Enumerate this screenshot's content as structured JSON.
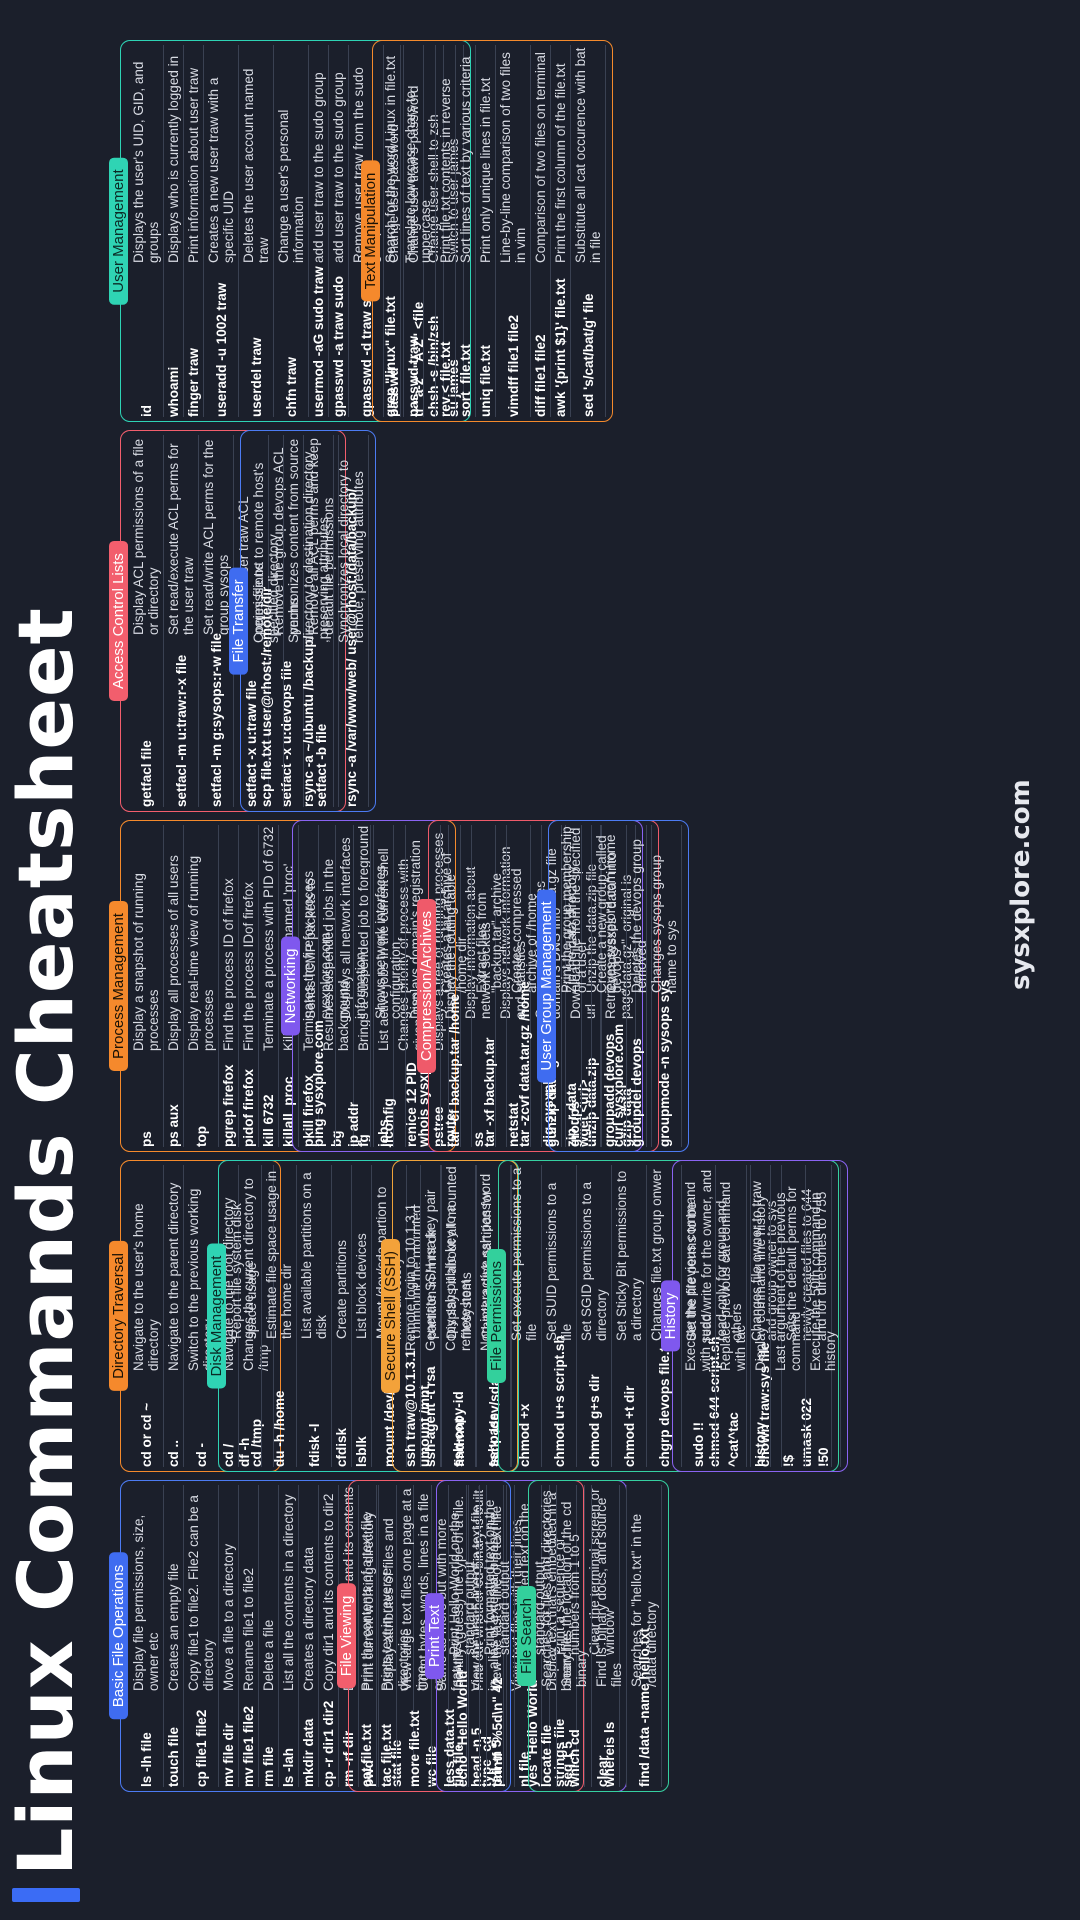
{
  "title": "Linux Commands Cheatsheet",
  "brand": "sysxplore.com",
  "sections": {
    "basic": {
      "title": "Basic File Operations",
      "rows": [
        [
          "ls -lh file",
          "Display file permissions, size, owner etc"
        ],
        [
          "touch file",
          "Creates an empty file"
        ],
        [
          "cp file1 file2",
          "Copy file1 to file2. File2 can be a directory"
        ],
        [
          "mv file dir",
          "Move a file to a directory"
        ],
        [
          "mv file1 file2",
          "Rename file1 to file2"
        ],
        [
          "rm file",
          "Delete a file"
        ],
        [
          "ls -lah",
          "List all the contents in a directory"
        ],
        [
          "mkdir data",
          "Creates a directory data"
        ],
        [
          "cp -r dir1 dir2",
          "Copy dir1 and its contents to dir2"
        ],
        [
          "rm -rf dir",
          "Delete a directory and its contents"
        ],
        [
          "pwd",
          "Print current working directory"
        ],
        [
          "stat file",
          "Display attributes of files and directories"
        ],
        [
          "wc file",
          "Count bytes, words, lines in a file or STDIN"
        ],
        [
          "file file",
          "Identify (guess) the type of a file."
        ],
        [
          "type  cd",
          "Find out whether cd  binary is built-in , alias or external binary file"
        ]
      ]
    },
    "viewing": {
      "title": "File Viewing",
      "rows": [
        [
          "cat file.txt",
          "Print the contents of a text file"
        ],
        [
          "tac file.txt",
          "Prints text in reverse"
        ],
        [
          "more file.txt",
          "View large text files one page at a time"
        ],
        [
          "less data.txt",
          "Same as more but with more features"
        ],
        [
          "head -n 5",
          "View the first 5 line of a text file"
        ],
        [
          "tail -n 5",
          "View the last 5 line of a text file"
        ],
        [
          "nl file",
          "View text files with their lines numbered"
        ],
        [
          "strings file",
          "Display text that's embedded in a binary file"
        ]
      ]
    },
    "print": {
      "title": "Print Text",
      "rows": [
        [
          "echo \"Hello World\"",
          "Print Hello World on the standard output"
        ],
        [
          "printf \"%5d\\n\" 42",
          "Print formatted text on the standard output"
        ],
        [
          "yes \"Hello World\"",
          "Print repeated text on the standard output"
        ],
        [
          "seq 1 5",
          "Print a sequence of numbers from 1 to 5"
        ],
        [
          "clear",
          "Clear the terminal screen or window"
        ]
      ]
    },
    "search": {
      "title": "File Search",
      "rows": [
        [
          "locate file",
          "Searches for files and directories"
        ],
        [
          "which cd",
          "Searches the location of the cd binary"
        ],
        [
          "whereis ls",
          "Find ls' binary docs, and source files"
        ],
        [
          "find /data -name hello.txt",
          "Searches for \"hello.txt\" in the /data directory"
        ]
      ]
    },
    "dirtrav": {
      "title": "Directory Traversal",
      "rows": [
        [
          "cd or cd ~",
          "Navigate to the user's home directory"
        ],
        [
          "cd ..",
          "Navigate to the parent directory"
        ],
        [
          "cd -",
          "Switch to the previous working directory"
        ],
        [
          "cd /",
          "Navigate to the root directory"
        ],
        [
          "cd /tmp",
          "Changes the current directory to /tmp"
        ]
      ]
    },
    "disk": {
      "title": "Disk Management",
      "rows": [
        [
          "df -h",
          "Report file system disk space usage"
        ],
        [
          "du -h /home",
          "Estimate file space usage in the home dir"
        ],
        [
          "fdisk -l",
          "List available partitions on a disk"
        ],
        [
          "cfdisk",
          "Create partitions"
        ],
        [
          "lsblk",
          "List block devices"
        ],
        [
          "mount /dev/sda /mnt",
          "Mount /dev/sda partion to /mnt directory"
        ],
        [
          "umount /mnt",
          "Unmount the mounted partition in /mnt dir"
        ],
        [
          "findmnt",
          "Displays if about all mounted filesystems"
        ],
        [
          "fsck  /dev/sda",
          "Check a disk partition for errors"
        ]
      ]
    },
    "ssh": {
      "title": "Secure Shell (SSH)",
      "rows": [
        [
          "ssh traw@10.1.3.1",
          "Remote login to 10.1.3.1"
        ],
        [
          "ssh-agent -t rsa",
          "Generate SSH rsa key pair"
        ],
        [
          "ssh-copy-id",
          "Copy ssh public key to a remote host"
        ],
        [
          "sshpass",
          "Non-interactive ssh password auth tool"
        ]
      ]
    },
    "perms": {
      "title": "File Permissions",
      "rows": [
        [
          "chmod +x",
          "Set execute permissions to a file"
        ],
        [
          "chmod u+s script.sh",
          "Set SUID permissions to a file"
        ],
        [
          "chmod g+s dir",
          "Set SGID permissions to a directory"
        ],
        [
          "chmod +t dir",
          "Set Sticky Bit permissions to a directory"
        ],
        [
          "chgrp devops file.txt",
          "Changes file.txt group onwer to devops"
        ],
        [
          "chmod 644 script.sh",
          "Set the file perms to be read/write for the owner, and read-only for group and others"
        ],
        [
          "chown traw:sys file",
          "Changes file owner to traw and group owner to sys"
        ],
        [
          "umask 022",
          "Sets the default perms for newly created files to 644 and for directories to 755"
        ]
      ]
    },
    "history": {
      "title": "History",
      "rows": [
        [
          "sudo !!",
          "Execute the previous command with sudo"
        ],
        [
          "^cat^tac",
          "Replace previous cat command with tac"
        ],
        [
          "history",
          "Display command line history"
        ],
        [
          "!$",
          "Last argument of the previous command"
        ],
        [
          "!50",
          "Execute the 50th command in history"
        ]
      ]
    },
    "process": {
      "title": "Process Management",
      "rows": [
        [
          "ps",
          "Display a snapshot of running processes"
        ],
        [
          "ps aux",
          "Display all processes of all users"
        ],
        [
          "top",
          "Display real-time view of running processes"
        ],
        [
          "pgrep firefox",
          "Find the process ID of firefox"
        ],
        [
          "pidof firefox",
          "Find the process IDof firefox"
        ],
        [
          "kill 6732",
          "Terminate a process with PID of 6732"
        ],
        [
          "killall  proc",
          "Kills all processes named 'proc'"
        ],
        [
          "pkill firefox",
          "Terminates the firefox process"
        ],
        [
          "bg",
          "Resumes suspended jobs in the background"
        ],
        [
          "fg",
          "Brings a suspended job to foreground"
        ],
        [
          "jobs",
          "List active jobs in the current shell"
        ],
        [
          "renice 12 PID",
          "Changes priority of process with given PID"
        ],
        [
          "pstree",
          "Displays a tree of running processes"
        ]
      ]
    },
    "network": {
      "title": "Networking",
      "rows": [
        [
          "ping sysxplore.com",
          "Sends ICMP packets to sysxplore.com"
        ],
        [
          "ip addr",
          "Displays all network interfaces information"
        ],
        [
          "ifconfig",
          "Shows network interfaces  configuration"
        ],
        [
          "whois sysxplore.com",
          "Displays domain's registration information"
        ],
        [
          "route",
          "Display the routing table"
        ],
        [
          "ss",
          "Display information about network sockets"
        ],
        [
          "netstat",
          "Displays network information and statistics"
        ],
        [
          "dig sysxplore.com",
          "Queries DNS, provides domain's DNS info"
        ],
        [
          "wget <url>",
          "Download file from the specified url"
        ],
        [
          "curl sysxplore.com",
          "Retrieves sysxplore.com home page"
        ]
      ]
    },
    "compress": {
      "title": "Compression/Archives",
      "rows": [
        [
          "tar -cf backup.tar /home",
          "Creates a tar archive of /home dir"
        ],
        [
          "tar -xf backup.tar",
          "Extract files from \"backup.tar\" archive"
        ],
        [
          "tar -zcvf data.tar.gz /home",
          "Creates compressed archive of /home"
        ],
        [
          "gunzip data.gz",
          "Uncompress data.gz file"
        ],
        [
          "zip -r data",
          "Zip the data directory"
        ],
        [
          "unzip data.zip",
          "Unzip the data.zip file"
        ],
        [
          "gzip data",
          "Compresses \"data\" into \"data.gz\", original is removed"
        ]
      ]
    },
    "usergroup": {
      "title": "User Group Management",
      "rows": [
        [
          "groups",
          "Print the group membership of a user"
        ],
        [
          "groupadd devops",
          "Create a new group called devops"
        ],
        [
          "groupdel devops",
          "Deletes the devops group"
        ],
        [
          "groupmode -n sysops sys",
          "Changes sysops group name to sys"
        ]
      ]
    },
    "acl": {
      "title": "Access Control Lists",
      "rows": [
        [
          "getfacl file",
          "Display ACL permissions of a file or directory"
        ],
        [
          "setfacl -m u:traw:r-x file",
          "Set read/execute ACL perms for the user traw"
        ],
        [
          "setfacl -m g:sysops:r-w file",
          "Set read/write ACL perms for the group sysops"
        ],
        [
          "setfact -x u:traw file",
          "Remove user traw ACL permissions"
        ],
        [
          "setfact -x u:devops file",
          "Remove the group devops ACL perms"
        ],
        [
          "setfact -b file",
          "Remove all  ACL perms and keep default file permissions"
        ]
      ]
    },
    "transfer": {
      "title": "File Transfer",
      "rows": [
        [
          "scp file.txt user@rhost:/remote/dir",
          "Copies file.txt to  remote host's specified directory"
        ],
        [
          "rsync -a ~/ubuntu /backup/",
          "Synchronizes content from source directory to destination directory ,preserving attributes"
        ],
        [
          "rsync -a /var/www/web/ user@rhost:/data/backup/",
          "Synchronizes local directory to remote, preserving attributes"
        ]
      ]
    },
    "usermgmt": {
      "title": "User Management",
      "rows": [
        [
          "id",
          "Displays the user's UID, GID, and groups"
        ],
        [
          "whoami",
          "Displays who is currently logged in"
        ],
        [
          "finger traw",
          "Print information about user traw"
        ],
        [
          "useradd -u 1002 traw",
          "Creates a new user traw with a specific UID"
        ],
        [
          "userdel traw",
          "Deletes the user account named traw"
        ],
        [
          "chfn traw",
          "Change a user's personal information"
        ],
        [
          "usermod -aG sudo traw",
          "add user traw to the sudo group"
        ],
        [
          "gpasswd -a traw sudo",
          "add user traw to the sudo group"
        ],
        [
          "gpasswd -d traw sudo",
          "Remove user traw from the sudo group"
        ],
        [
          "passwd",
          "Change user password"
        ],
        [
          "passwd traw",
          "Change user traw's password"
        ],
        [
          "chsh -s /bin/zsh",
          "Change user shell to zsh"
        ],
        [
          "su james",
          "Switch to user james"
        ]
      ]
    },
    "text": {
      "title": "Text Manipulation",
      "rows": [
        [
          "grep \"linux\" file.txt",
          "Search for the word Linux in file.txt"
        ],
        [
          "tr \"a-z\" \"A-Z\" <file",
          "Translate lowercase chars to uppercase"
        ],
        [
          "rev < file.txt",
          "Print file.txt contents in reverse"
        ],
        [
          "sort  file.txt",
          "Sort lines of text by various criteria"
        ],
        [
          "uniq file.txt",
          "Print only unique lines in file.txt"
        ],
        [
          "vimdff file1 file2",
          "Line-by-line comparison of two files in vim"
        ],
        [
          "diff file1 file2",
          "Comparison of two files on terminal"
        ],
        [
          "awk '{print $1}' file.txt",
          "Print the first column of the file.txt"
        ],
        [
          "sed 's/cat/bat/g' file",
          "Substitute all cat occurence with bat in file"
        ]
      ]
    }
  }
}
